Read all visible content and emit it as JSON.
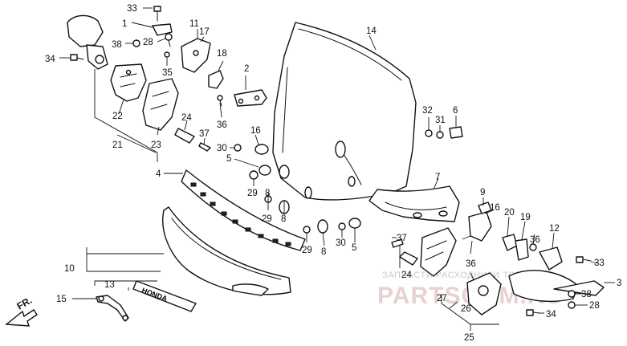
{
  "callouts": {
    "c1": "1",
    "c2": "2",
    "c3": "3",
    "c4": "4",
    "c5a": "5",
    "c5b": "5",
    "c6": "6",
    "c7": "7",
    "c8a": "8",
    "c8b": "8",
    "c8c": "8",
    "c9": "9",
    "c10": "10",
    "c11": "11",
    "c12": "12",
    "c13": "13",
    "c14": "14",
    "c15": "15",
    "c16a": "16",
    "c16b": "16",
    "c17": "17",
    "c18": "18",
    "c19": "19",
    "c20": "20",
    "c21": "21",
    "c22": "22",
    "c23": "23",
    "c24a": "24",
    "c24b": "24",
    "c25": "25",
    "c26": "26",
    "c27": "27",
    "c28a": "28",
    "c28b": "28",
    "c29a": "29",
    "c29b": "29",
    "c29c": "29",
    "c30a": "30",
    "c30b": "30",
    "c31": "31",
    "c32": "32",
    "c33a": "33",
    "c33b": "33",
    "c34a": "34",
    "c34b": "34",
    "c35": "35",
    "c36a": "36",
    "c36b": "36",
    "c36c": "36",
    "c37a": "37",
    "c37b": "37",
    "c38a": "38",
    "c38b": "38"
  },
  "direction_label": "FR.",
  "emblem_text": "HONDA",
  "watermark": {
    "line1": "ЗАПЧАСТИ РАСХОДНИКИ ТОВАРЫ",
    "line2": "PARTSCOM.RU"
  }
}
